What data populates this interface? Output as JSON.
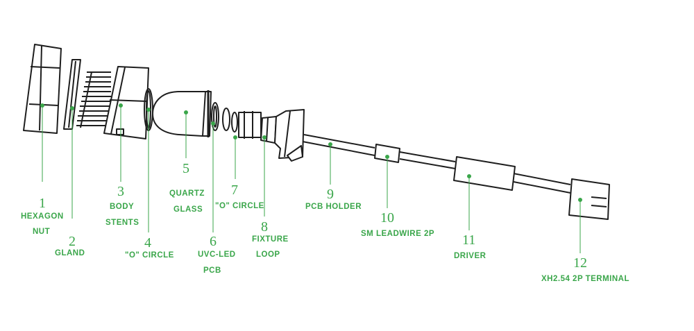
{
  "parts": [
    {
      "number": "1",
      "label_lines": [
        "HEXAGON",
        "NUT"
      ]
    },
    {
      "number": "2",
      "label_lines": [
        "GLAND"
      ]
    },
    {
      "number": "3",
      "label_lines": [
        "BODY",
        "STENTS"
      ]
    },
    {
      "number": "4",
      "label_lines": [
        "\"O\" CIRCLE"
      ]
    },
    {
      "number": "5",
      "label_lines": [
        "QUARTZ",
        "GLASS"
      ]
    },
    {
      "number": "6",
      "label_lines": [
        "UVC-LED",
        "PCB"
      ]
    },
    {
      "number": "7",
      "label_lines": [
        "\"O\" CIRCLE"
      ]
    },
    {
      "number": "8",
      "label_lines": [
        "FIXTURE",
        "LOOP"
      ]
    },
    {
      "number": "9",
      "label_lines": [
        "PCB HOLDER"
      ]
    },
    {
      "number": "10",
      "label_lines": [
        "SM LEADWIRE 2P"
      ]
    },
    {
      "number": "11",
      "label_lines": [
        "DRIVER"
      ]
    },
    {
      "number": "12",
      "label_lines": [
        "XH2.54 2P TERMINAL"
      ]
    }
  ],
  "colors": {
    "label": "#3aa64a",
    "outline": "#1e1e1e"
  }
}
